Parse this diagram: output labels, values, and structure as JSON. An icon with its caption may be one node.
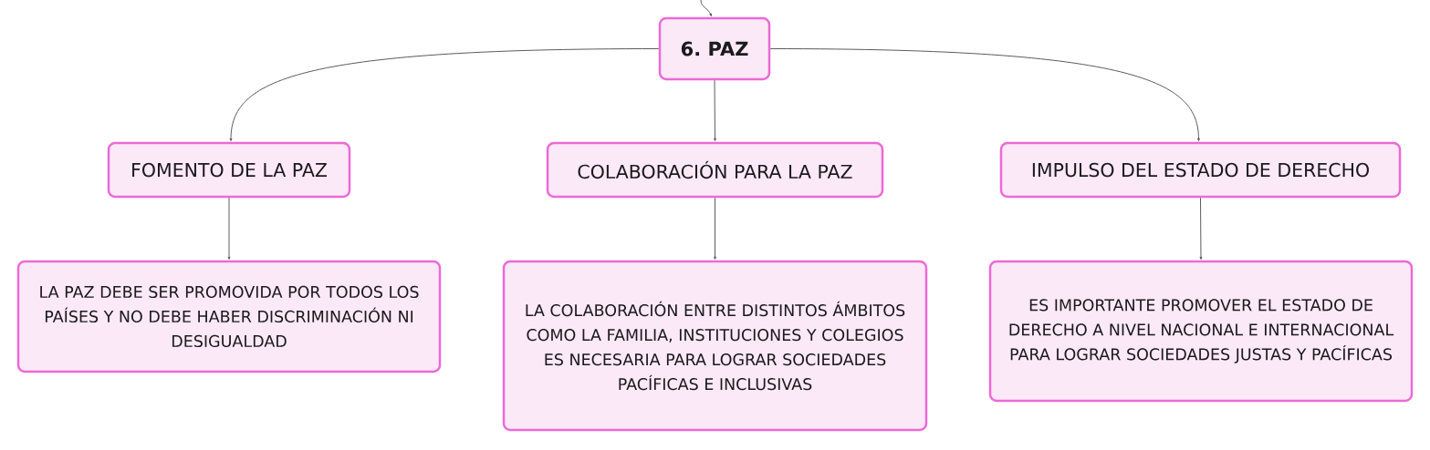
{
  "diagram": {
    "nodes": [
      {
        "text": [
          "6. PAZ"
        ]
      },
      {
        "text": [
          "FOMENTO DE LA PAZ"
        ]
      },
      {
        "text": [
          "COLABORACIÓN PARA LA PAZ"
        ]
      },
      {
        "text": [
          "IMPULSO DEL ESTADO DE DERECHO"
        ]
      },
      {
        "text": [
          "LA PAZ DEBE SER PROMOVIDA POR TODOS LOS PAÍSES Y NO DEBE HABER DISCRIMINACIÓN NI DESIGUALDAD"
        ]
      },
      {
        "text": [
          "LA COLABORACIÓN ENTRE DISTINTOS ÁMBITOS COMO LA FAMILIA, INSTITUCIONES Y COLEGIOS ES NECESARIA PARA LOGRAR SOCIEDADES PACÍFICAS E INCLUSIVAS"
        ]
      },
      {
        "text": [
          "ES IMPORTANTE PROMOVER EL ESTADO DE DERECHO A NIVEL NACIONAL E INTERNACIONAL PARA LOGRAR SOCIEDADES JUSTAS Y PACÍFICAS"
        ]
      }
    ],
    "edges": [
      {
        "from": null,
        "to": 0,
        "arrow": "to"
      },
      {
        "from": 0,
        "to": 1,
        "arrow": "to"
      },
      {
        "from": 0,
        "to": 2,
        "arrow": "to"
      },
      {
        "from": 0,
        "to": 3,
        "arrow": "to"
      },
      {
        "from": 1,
        "to": 4,
        "arrow": "to"
      },
      {
        "from": 2,
        "to": 5,
        "arrow": "to"
      },
      {
        "from": 3,
        "to": 6,
        "arrow": "to"
      }
    ]
  }
}
